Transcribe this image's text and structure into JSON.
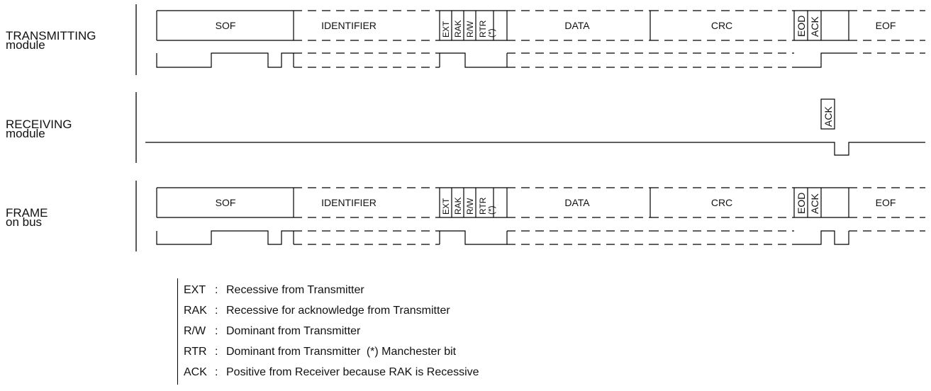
{
  "rows": [
    {
      "id": "transmitting",
      "line1": "TRANSMITTING",
      "line2": "module"
    },
    {
      "id": "receiving",
      "line1": "RECEIVING",
      "line2": "module"
    },
    {
      "id": "frame",
      "line1": "FRAME",
      "line2": "on bus"
    }
  ],
  "fields": {
    "sof": "SOF",
    "identifier": "IDENTIFIER",
    "ext": "EXT",
    "rak": "RAK",
    "rw": "R/W",
    "rtr": "RTR",
    "rtr_mark": "(*)",
    "data": "DATA",
    "crc": "CRC",
    "eod": "EOD",
    "ack": "ACK",
    "eof": "EOF"
  },
  "legend": [
    {
      "abbr": "EXT",
      "desc": "Recessive from Transmitter"
    },
    {
      "abbr": "RAK",
      "desc": "Recessive for acknowledge from Transmitter"
    },
    {
      "abbr": "R/W",
      "desc": "Dominant from Transmitter"
    },
    {
      "abbr": "RTR",
      "desc": "Dominant from Transmitter",
      "note": "(*) Manchester bit"
    },
    {
      "abbr": "ACK",
      "desc": "Positive from Receiver because RAK is Recessive"
    }
  ]
}
